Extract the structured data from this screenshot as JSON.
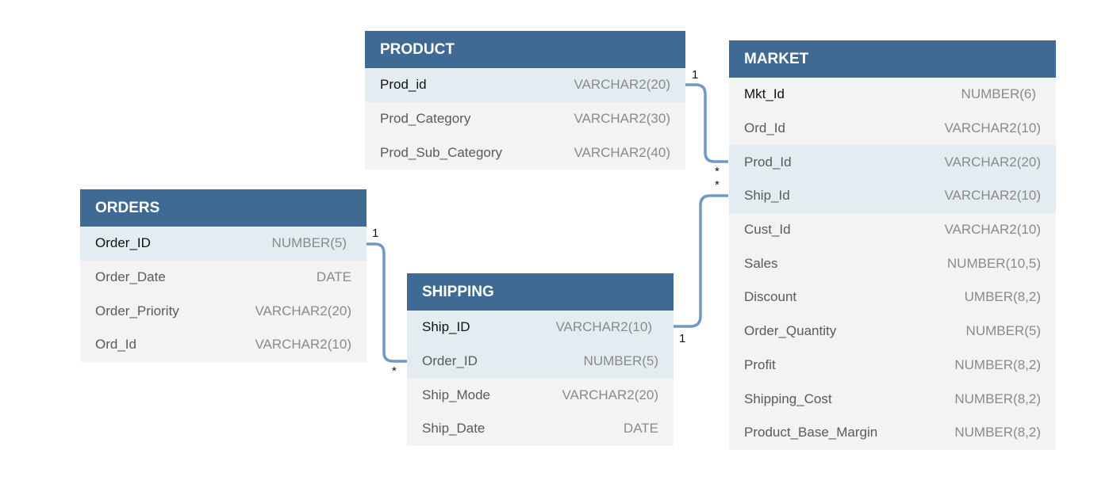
{
  "colors": {
    "header": "#3f6a94",
    "header_text": "#ffffff",
    "row_bg": "#f3f3f3",
    "key_row_bg": "#e3ecf1",
    "connector": "#6f9ac7"
  },
  "entities": {
    "product": {
      "title": "PRODUCT",
      "rows": [
        {
          "name": "Prod_id",
          "type": "VARCHAR2(20)",
          "key": true
        },
        {
          "name": "Prod_Category",
          "type": "VARCHAR2(30)",
          "key": false
        },
        {
          "name": "Prod_Sub_Category",
          "type": "VARCHAR2(40)",
          "key": false
        }
      ]
    },
    "market": {
      "title": "MARKET",
      "rows": [
        {
          "name": "Mkt_Id",
          "type": "NUMBER(6)",
          "key": false
        },
        {
          "name": "Ord_Id",
          "type": "VARCHAR2(10)",
          "key": false
        },
        {
          "name": "Prod_Id",
          "type": "VARCHAR2(20)",
          "key": true
        },
        {
          "name": "Ship_Id",
          "type": "VARCHAR2(10)",
          "key": true
        },
        {
          "name": "Cust_Id",
          "type": "VARCHAR2(10)",
          "key": false
        },
        {
          "name": "Sales",
          "type": "NUMBER(10,5)",
          "key": false
        },
        {
          "name": "Discount",
          "type": "UMBER(8,2)",
          "key": false
        },
        {
          "name": "Order_Quantity",
          "type": "NUMBER(5)",
          "key": false
        },
        {
          "name": "Profit",
          "type": "NUMBER(8,2)",
          "key": false
        },
        {
          "name": "Shipping_Cost",
          "type": "NUMBER(8,2)",
          "key": false
        },
        {
          "name": "Product_Base_Margin",
          "type": "NUMBER(8,2)",
          "key": false
        }
      ]
    },
    "orders": {
      "title": "ORDERS",
      "rows": [
        {
          "name": "Order_ID",
          "type": "NUMBER(5)",
          "key": true
        },
        {
          "name": "Order_Date",
          "type": "DATE",
          "key": false
        },
        {
          "name": "Order_Priority",
          "type": "VARCHAR2(20)",
          "key": false
        },
        {
          "name": "Ord_Id",
          "type": "VARCHAR2(10)",
          "key": false
        }
      ]
    },
    "shipping": {
      "title": "SHIPPING",
      "rows": [
        {
          "name": "Ship_ID",
          "type": "VARCHAR2(10)",
          "key": true
        },
        {
          "name": "Order_ID",
          "type": "NUMBER(5)",
          "key": true
        },
        {
          "name": "Ship_Mode",
          "type": "VARCHAR2(20)",
          "key": false
        },
        {
          "name": "Ship_Date",
          "type": "DATE",
          "key": false
        }
      ]
    }
  },
  "relationships": {
    "product_market": {
      "one": "1",
      "many": "*"
    },
    "shipping_market": {
      "one": "1",
      "many": "*"
    },
    "orders_shipping": {
      "one": "1",
      "many": "*"
    }
  }
}
